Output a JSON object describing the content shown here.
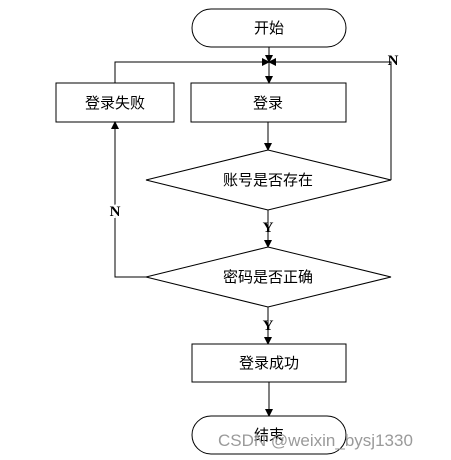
{
  "nodes": {
    "start": "开始",
    "login": "登录",
    "login_failed": "登录失败",
    "account_exists": "账号是否存在",
    "password_correct": "密码是否正确",
    "login_success": "登录成功",
    "end": "结束"
  },
  "edge_labels": {
    "account_no": "N",
    "account_yes": "Y",
    "password_no": "N",
    "password_yes": "Y"
  },
  "watermark": "CSDN @weixin_bysj1330"
}
